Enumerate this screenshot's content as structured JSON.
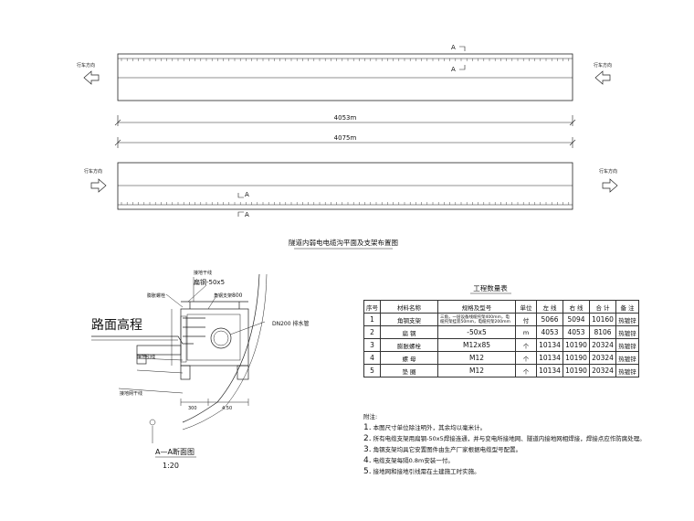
{
  "plan": {
    "direction_label": "行车方向",
    "section_a": "A",
    "length_top": "4053m",
    "length_bottom": "4075m",
    "title": "隧道内弱电电缆沟平面及支架布置图"
  },
  "section": {
    "road_level": "路面高程",
    "labels": {
      "ground_wire": "接地干线",
      "flat_steel": "扁钢-50x5",
      "expansion_bolt": "膨胀螺栓",
      "bracket": "角钢支架",
      "dim_800": "800",
      "pipe": "DN200 排水管",
      "ground_lead": "接地引线",
      "ground_network": "接地网干线",
      "dim_300": "300",
      "dim_450": "4.50"
    },
    "title": "A—A断面图",
    "scale": "1:20"
  },
  "table": {
    "title": "工程数量表",
    "headers": [
      "序号",
      "材料名称",
      "规格及型号",
      "单位",
      "左 线",
      "右 线",
      "合 计",
      "备 注"
    ],
    "rows": [
      {
        "no": "1",
        "name": "角钢支架",
        "spec": "三角，一层设备线缆托架400mm，电缆托架挂装50mm，电缆托架200mm",
        "unit": "付",
        "left": "5066",
        "right": "5094",
        "total": "10160",
        "note": "热镀锌"
      },
      {
        "no": "2",
        "name": "扁 钢",
        "spec": "-50x5",
        "unit": "m",
        "left": "4053",
        "right": "4053",
        "total": "8106",
        "note": "热镀锌"
      },
      {
        "no": "3",
        "name": "膨胀螺栓",
        "spec": "M12x85",
        "unit": "个",
        "left": "10134",
        "right": "10190",
        "total": "20324",
        "note": "热镀锌"
      },
      {
        "no": "4",
        "name": "螺 母",
        "spec": "M12",
        "unit": "个",
        "left": "10134",
        "right": "10190",
        "total": "20324",
        "note": "热镀锌"
      },
      {
        "no": "5",
        "name": "垫 圈",
        "spec": "M12",
        "unit": "个",
        "left": "10134",
        "right": "10190",
        "total": "20324",
        "note": "热镀锌"
      }
    ]
  },
  "notes": {
    "heading": "附注:",
    "items": [
      {
        "n": "1.",
        "text": "本图尺寸单位除注明外，其余均以毫米计。"
      },
      {
        "n": "2.",
        "text": "所有电缆支架用扁钢-50x5焊接连通，并与变电所接地网、隧道内接地网相焊接，焊接点应作防腐处理。"
      },
      {
        "n": "3.",
        "text": "角钢支架均具它安置图件由生产厂家根据电缆型号配置。"
      },
      {
        "n": "4.",
        "text": "电缆支架每隔0.8m安装一付。"
      },
      {
        "n": "5.",
        "text": "接地网和接地引线需在土建施工时实施。"
      }
    ]
  }
}
